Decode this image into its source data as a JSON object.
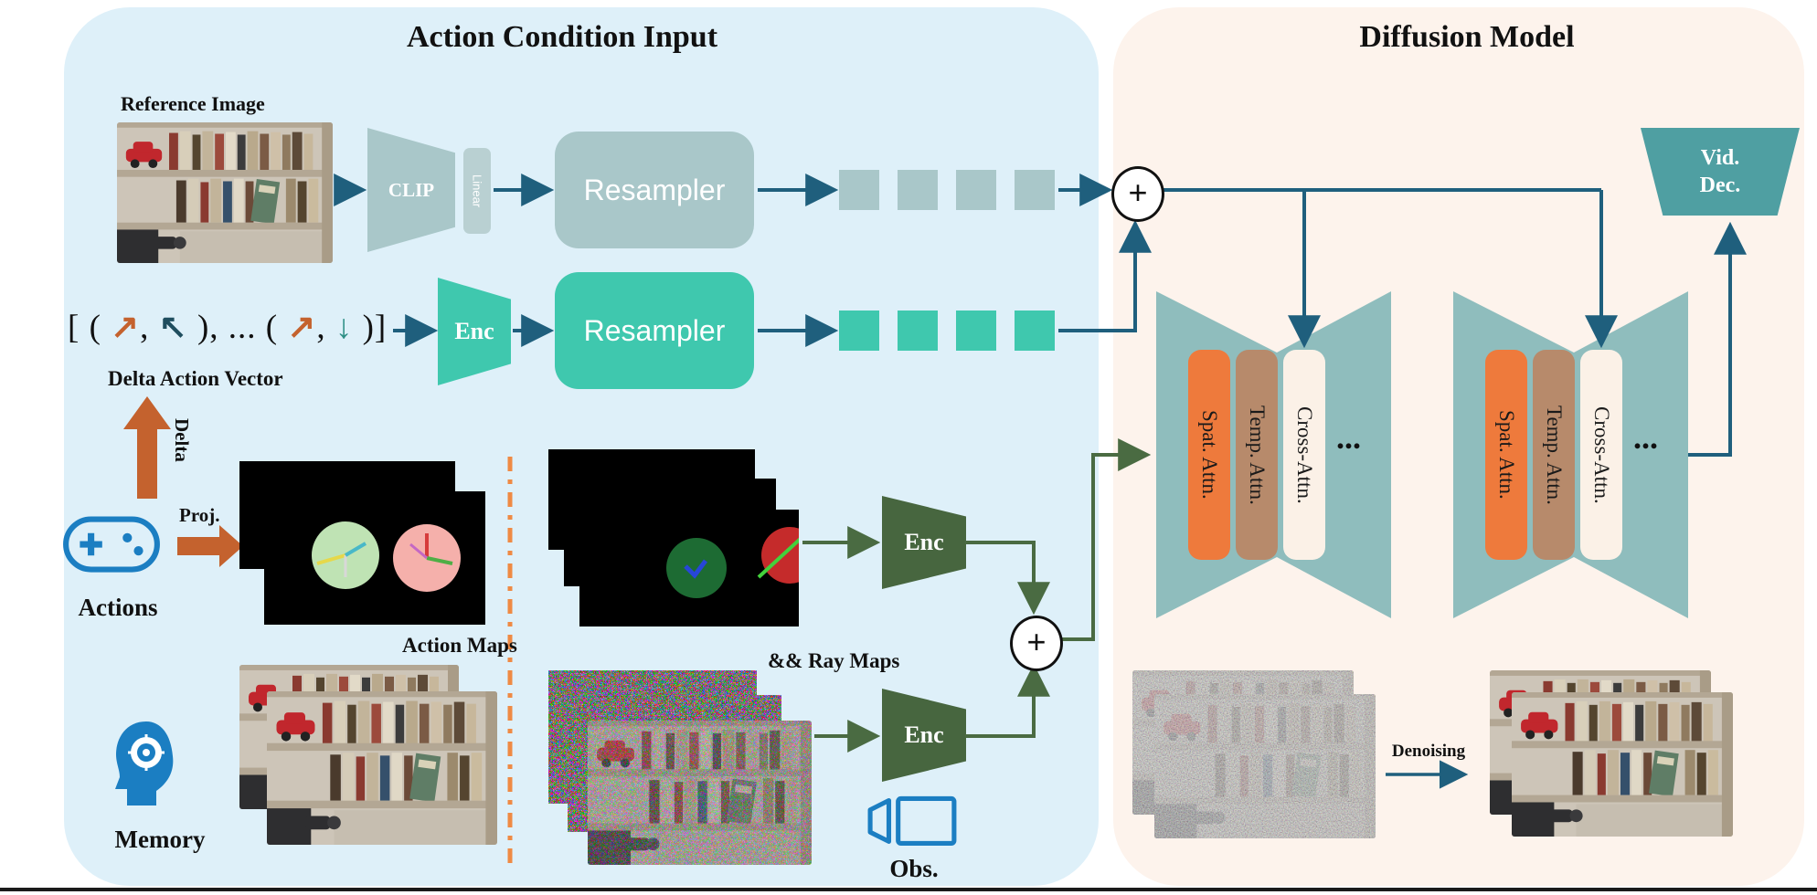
{
  "colors": {
    "panel-left": "#def0f9",
    "panel-right": "#fdf3ec",
    "gray-teal": "#a9c7c9",
    "teal": "#3fc8ae",
    "dark-green": "#47663f",
    "arrow-blue": "#1f5f7d",
    "arrow-green": "#4a6b42",
    "orange": "#c4622e",
    "divider-orange": "#ef8a44",
    "unet-teal": "#8fbdbd",
    "spat-orange": "#ee7a3c",
    "temp-tan": "#b78a6b",
    "cross-cream": "#fbf1e7",
    "viddec-teal": "#4f9fa2",
    "icon-blue": "#1b7ec2"
  },
  "left": {
    "title": "Action Condition Input",
    "reference_image_label": "Reference Image",
    "clip": "CLIP",
    "linear": "Linear",
    "resampler_top": "Resampler",
    "vector": {
      "p0": "[ ( ",
      "a1": "↗",
      "p1": ", ",
      "a2": "↖",
      "p2": " ), ... ( ",
      "a3": "↗",
      "p3": ", ",
      "a4": "↓",
      "p4": " )]"
    },
    "vector_label": "Delta Action Vector",
    "enc_vector": "Enc",
    "resampler_bottom": "Resampler",
    "delta_label": "Delta",
    "actions_label": "Actions",
    "proj_label": "Proj.",
    "action_maps_label": "Action Maps",
    "ray_maps_label": "&& Ray Maps",
    "enc_action": "Enc",
    "enc_obs": "Enc",
    "memory_label": "Memory",
    "obs_label": "Obs.",
    "plus": "+"
  },
  "right": {
    "title": "Diffusion Model",
    "plus": "+",
    "unet": {
      "spat": "Spat. Attn.",
      "temp": "Temp. Attn.",
      "cross": "Cross-Attn.",
      "dots": "..."
    },
    "vid_dec_line1": "Vid.",
    "vid_dec_line2": "Dec.",
    "denoising_label": "Denoising"
  }
}
